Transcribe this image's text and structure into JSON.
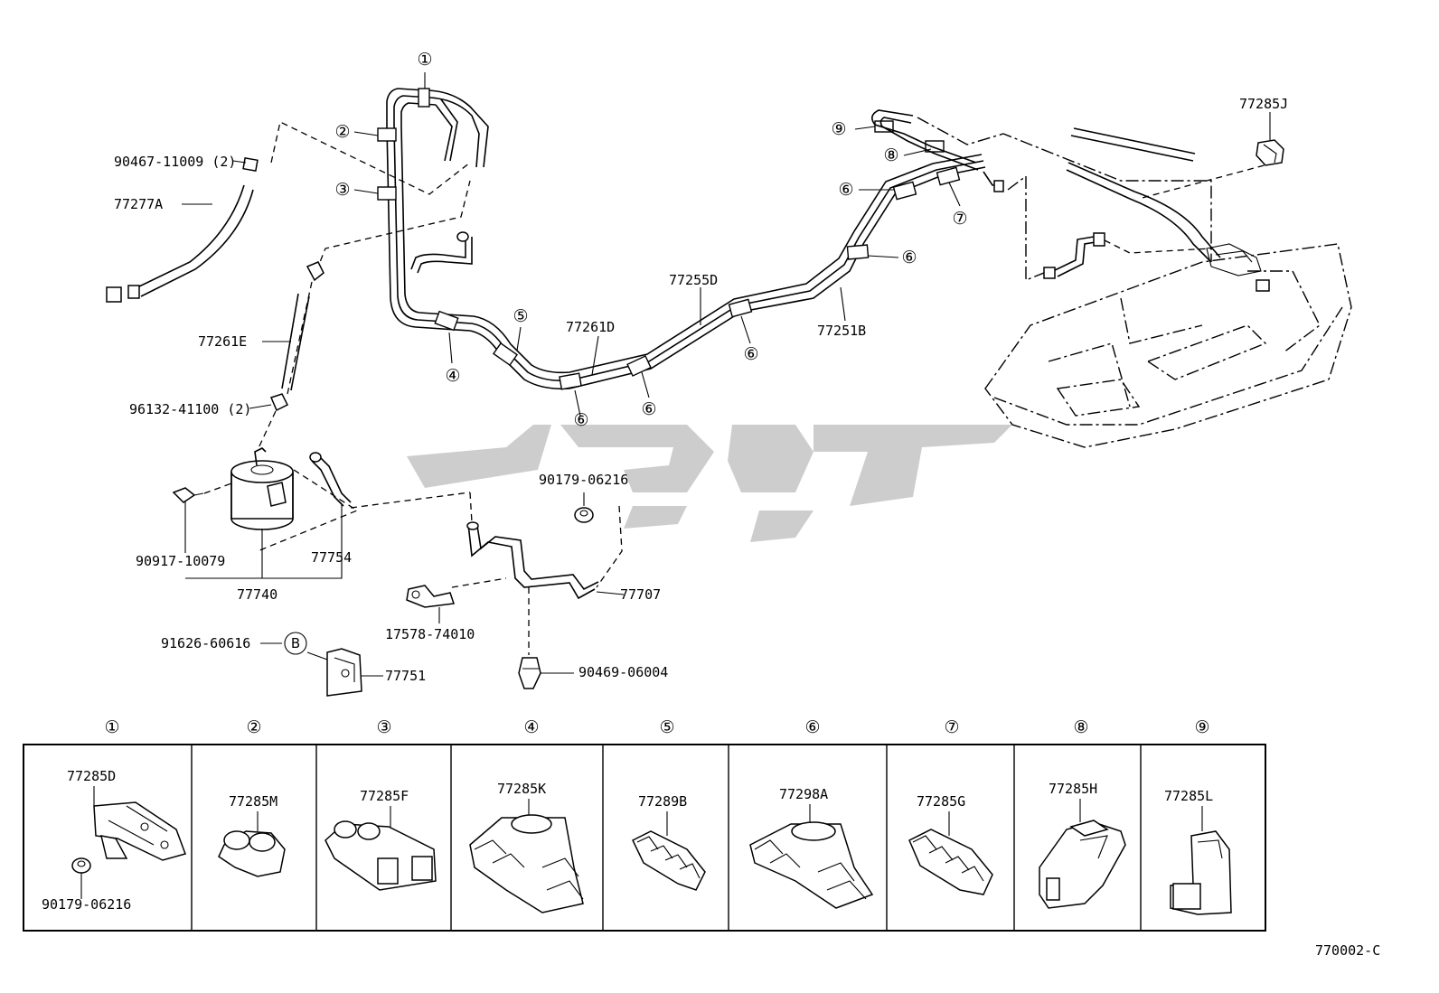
{
  "diagram": {
    "code": "770002-C",
    "watermark": "تو پارک"
  },
  "callouts": {
    "c1": "①",
    "c2": "②",
    "c3": "③",
    "c4": "④",
    "c5": "⑤",
    "c6": "⑥",
    "c7": "⑦",
    "c8": "⑧",
    "c9": "⑨",
    "cb": "B"
  },
  "part_labels": {
    "p90467": "90467-11009 (2)",
    "p77277A": "77277A",
    "p77261E": "77261E",
    "p96132": "96132-41100 (2)",
    "p90917": "90917-10079",
    "p77740": "77740",
    "p77754": "77754",
    "p91626": "91626-60616",
    "p77751": "77751",
    "p17578": "17578-74010",
    "p90469": "90469-06004",
    "p90179top": "90179-06216",
    "p77707": "77707",
    "p77261D": "77261D",
    "p77255D": "77255D",
    "p77251B": "77251B",
    "p77285J": "77285J"
  },
  "legend": {
    "headers": [
      "①",
      "②",
      "③",
      "④",
      "⑤",
      "⑥",
      "⑦",
      "⑧",
      "⑨"
    ],
    "cells": [
      {
        "part": "77285D",
        "extra": "90179-06216"
      },
      {
        "part": "77285M"
      },
      {
        "part": "77285F"
      },
      {
        "part": "77285K"
      },
      {
        "part": "77289B"
      },
      {
        "part": "77298A"
      },
      {
        "part": "77285G"
      },
      {
        "part": "77285H"
      },
      {
        "part": "77285L"
      }
    ]
  }
}
